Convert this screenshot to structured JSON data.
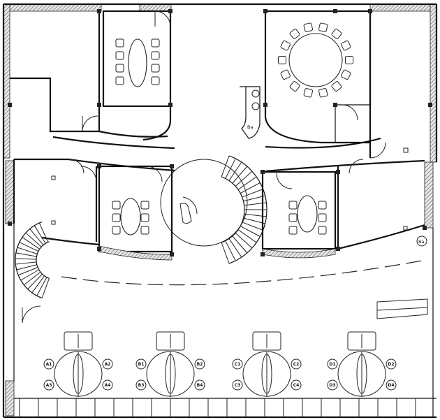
{
  "floor_plan": {
    "room_tags": [
      "Ba",
      "Ba"
    ],
    "seat_labels": [
      {
        "tl": "A1",
        "tr": "A2",
        "bl": "A3",
        "br": "A4"
      },
      {
        "tl": "B1",
        "tr": "B2",
        "bl": "B3",
        "br": "B4"
      },
      {
        "tl": "C1",
        "tr": "C2",
        "bl": "C3",
        "br": "C4"
      },
      {
        "tl": "D1",
        "tr": "D2",
        "bl": "D3",
        "br": "D4"
      }
    ]
  }
}
